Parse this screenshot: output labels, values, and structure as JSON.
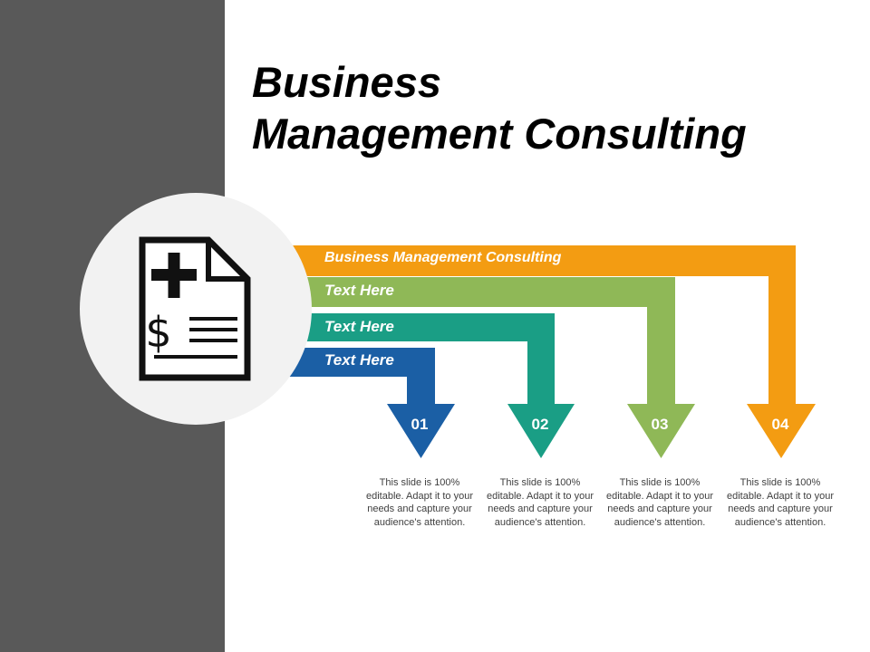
{
  "slide": {
    "title_line1": "Business",
    "title_line2": "Management  Consulting"
  },
  "icon": {
    "name": "medical-bill-icon"
  },
  "bands": [
    {
      "label": "Business Management Consulting",
      "color": "#f39c12"
    },
    {
      "label": "Text Here",
      "color": "#8fb857"
    },
    {
      "label": "Text Here",
      "color": "#1a9e85"
    },
    {
      "label": "Text Here",
      "color": "#1b5fa5"
    }
  ],
  "steps": [
    {
      "number": "01",
      "color": "#1b5fa5",
      "text": "This slide is 100% editable. Adapt it to your needs and capture your audience's attention."
    },
    {
      "number": "02",
      "color": "#1a9e85",
      "text": "This slide is 100% editable. Adapt it to your needs and capture your audience's attention."
    },
    {
      "number": "03",
      "color": "#8fb857",
      "text": "This slide is 100% editable. Adapt it to your needs and capture your audience's attention."
    },
    {
      "number": "04",
      "color": "#f39c12",
      "text": "This slide is 100% editable. Adapt it to your needs and capture your audience's attention."
    }
  ],
  "colors": {
    "panel": "#595959",
    "circle": "#f2f2f2",
    "icon": "#111111"
  }
}
